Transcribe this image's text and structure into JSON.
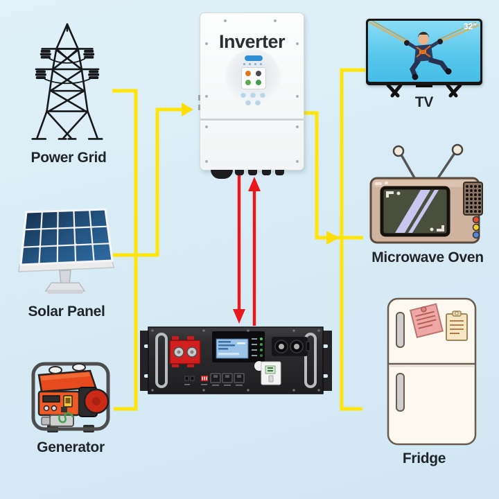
{
  "diagram": {
    "kind": "solar-hybrid-inverter-system",
    "background_top": "#e2f1f8",
    "background_bottom": "#d0e7f2"
  },
  "colors": {
    "connector_yellow": "#FFE50A",
    "connector_red": "#E8191C",
    "label_text": "#1f2429",
    "inverter_body": "#fbfcfd",
    "battery_body": "#2d2d2f",
    "microwave_body": "#cfb39e",
    "tv_screen_blue": "#55c6ec"
  },
  "nodes": {
    "power_grid": {
      "label": "Power Grid"
    },
    "solar_panel": {
      "label": "Solar Panel"
    },
    "generator": {
      "label": "Generator"
    },
    "inverter": {
      "label": "Inverter"
    },
    "battery": {
      "label": ""
    },
    "tv": {
      "label": "TV",
      "size_badge": "32\""
    },
    "microwave": {
      "label": "Microwave Oven"
    },
    "fridge": {
      "label": "Fridge"
    }
  },
  "connections": [
    {
      "from": "power_grid",
      "to": "inverter",
      "color": "yellow",
      "arrow": false
    },
    {
      "from": "solar_panel",
      "to": "inverter",
      "color": "yellow",
      "arrow": true
    },
    {
      "from": "generator",
      "to": "inverter",
      "color": "yellow",
      "arrow": false
    },
    {
      "from": "inverter",
      "to": "battery",
      "color": "red",
      "arrow": "down"
    },
    {
      "from": "battery",
      "to": "inverter",
      "color": "red",
      "arrow": "up"
    },
    {
      "from": "inverter",
      "to": "tv",
      "color": "yellow",
      "arrow": false
    },
    {
      "from": "inverter",
      "to": "microwave",
      "color": "yellow",
      "arrow": true
    },
    {
      "from": "inverter",
      "to": "fridge",
      "color": "yellow",
      "arrow": false
    }
  ]
}
